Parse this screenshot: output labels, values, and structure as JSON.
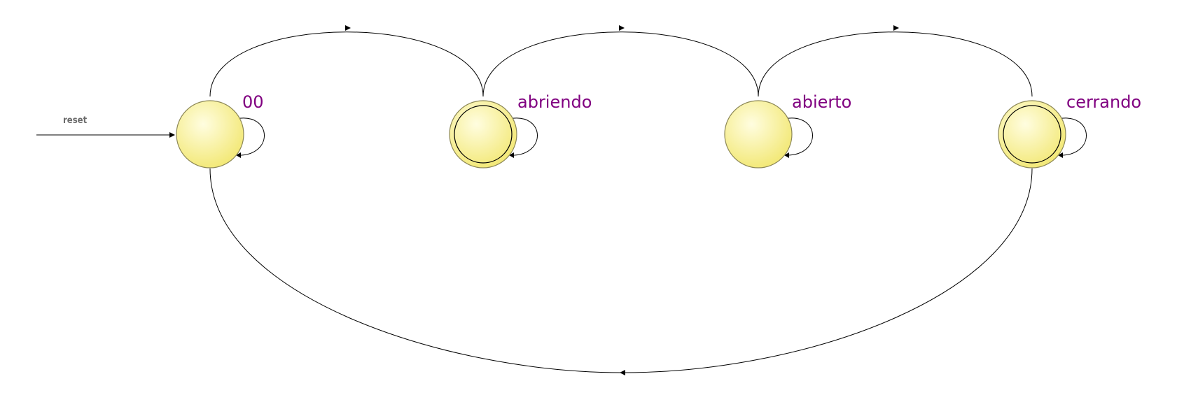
{
  "diagram": {
    "reset_label": "reset",
    "states": [
      {
        "label": "00",
        "accepting": false
      },
      {
        "label": "abriendo",
        "accepting": true
      },
      {
        "label": "abierto",
        "accepting": false
      },
      {
        "label": "cerrando",
        "accepting": true
      }
    ],
    "colors": {
      "state_fill_center": "#fffde0",
      "state_fill_edge": "#f3e97a",
      "state_stroke": "#8c8756",
      "label_text": "#800080",
      "reset_text": "#6b6b6b",
      "edge_stroke": "#000000"
    }
  }
}
